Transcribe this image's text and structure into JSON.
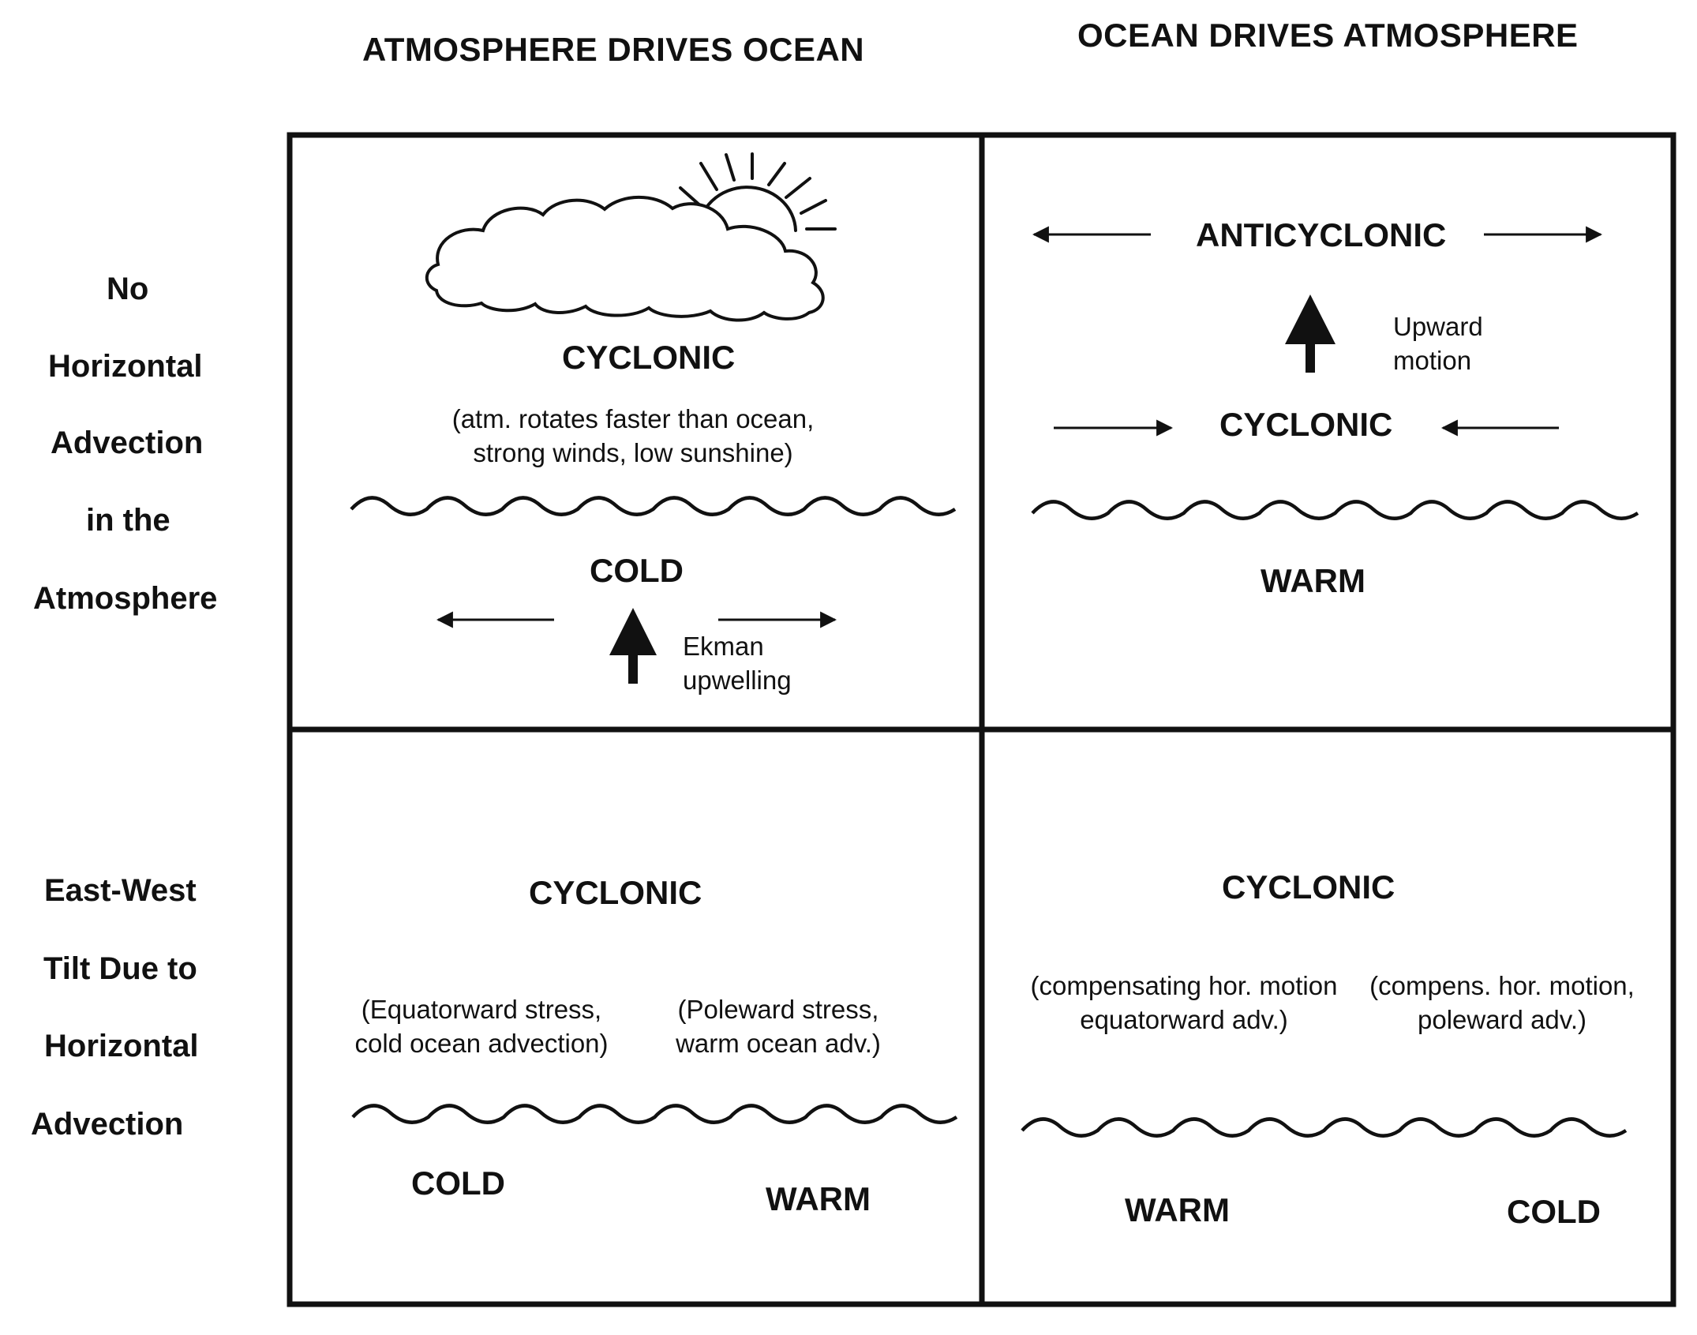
{
  "columns": {
    "left": "ATMOSPHERE DRIVES OCEAN",
    "right": "OCEAN DRIVES ATMOSPHERE"
  },
  "rows": {
    "top": [
      "No",
      "Horizontal",
      "Advection",
      "in the",
      "Atmosphere"
    ],
    "bottom": [
      "East-West",
      "Tilt Due to",
      "Horizontal",
      "Advection"
    ]
  },
  "cells": {
    "top_left": {
      "cyclonic": "CYCLONIC",
      "note_line1": "(atm. rotates faster than ocean,",
      "note_line2": "strong winds, low sunshine)",
      "cold": "COLD",
      "upwelling_line1": "Ekman",
      "upwelling_line2": "upwelling"
    },
    "top_right": {
      "anticyclonic": "ANTICYCLONIC",
      "upward_line1": "Upward",
      "upward_line2": "motion",
      "cyclonic": "CYCLONIC",
      "warm": "WARM"
    },
    "bottom_left": {
      "cyclonic": "CYCLONIC",
      "left_note_line1": "(Equatorward stress,",
      "left_note_line2": "cold ocean advection)",
      "right_note_line1": "(Poleward stress,",
      "right_note_line2": "warm ocean adv.)",
      "cold": "COLD",
      "warm": "WARM"
    },
    "bottom_right": {
      "cyclonic": "CYCLONIC",
      "left_note_line1": "(compensating hor. motion",
      "left_note_line2": "equatorward adv.)",
      "right_note_line1": "(compens. hor. motion,",
      "right_note_line2": "poleward adv.)",
      "warm": "WARM",
      "cold": "COLD"
    }
  },
  "icons": [
    "cloud-icon",
    "sun-icon",
    "wave-line",
    "arrow-left-icon",
    "arrow-right-icon",
    "arrow-up-icon"
  ],
  "colors": {
    "ink": "#111111",
    "background": "#ffffff"
  }
}
